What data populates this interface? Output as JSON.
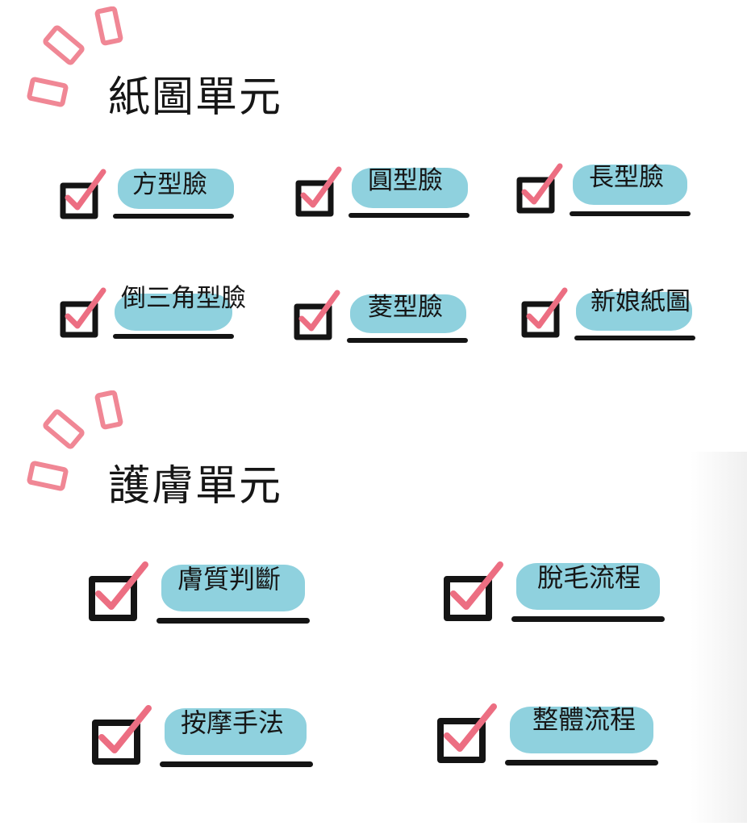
{
  "sections": [
    {
      "title": "紙圖單元",
      "items": [
        {
          "label": "方型臉",
          "checked": true
        },
        {
          "label": "圓型臉",
          "checked": true
        },
        {
          "label": "長型臉",
          "checked": true
        },
        {
          "label": "倒三角型臉",
          "checked": true
        },
        {
          "label": "菱型臉",
          "checked": true
        },
        {
          "label": "新娘紙圖",
          "checked": true
        }
      ]
    },
    {
      "title": "護膚單元",
      "items": [
        {
          "label": "膚質判斷",
          "checked": true
        },
        {
          "label": "脫毛流程",
          "checked": true
        },
        {
          "label": "按摩手法",
          "checked": true
        },
        {
          "label": "整體流程",
          "checked": true
        }
      ]
    }
  ],
  "colors": {
    "accent_pink": "#ec6e82",
    "highlight_blue": "#8fd1de",
    "ink": "#141414"
  }
}
